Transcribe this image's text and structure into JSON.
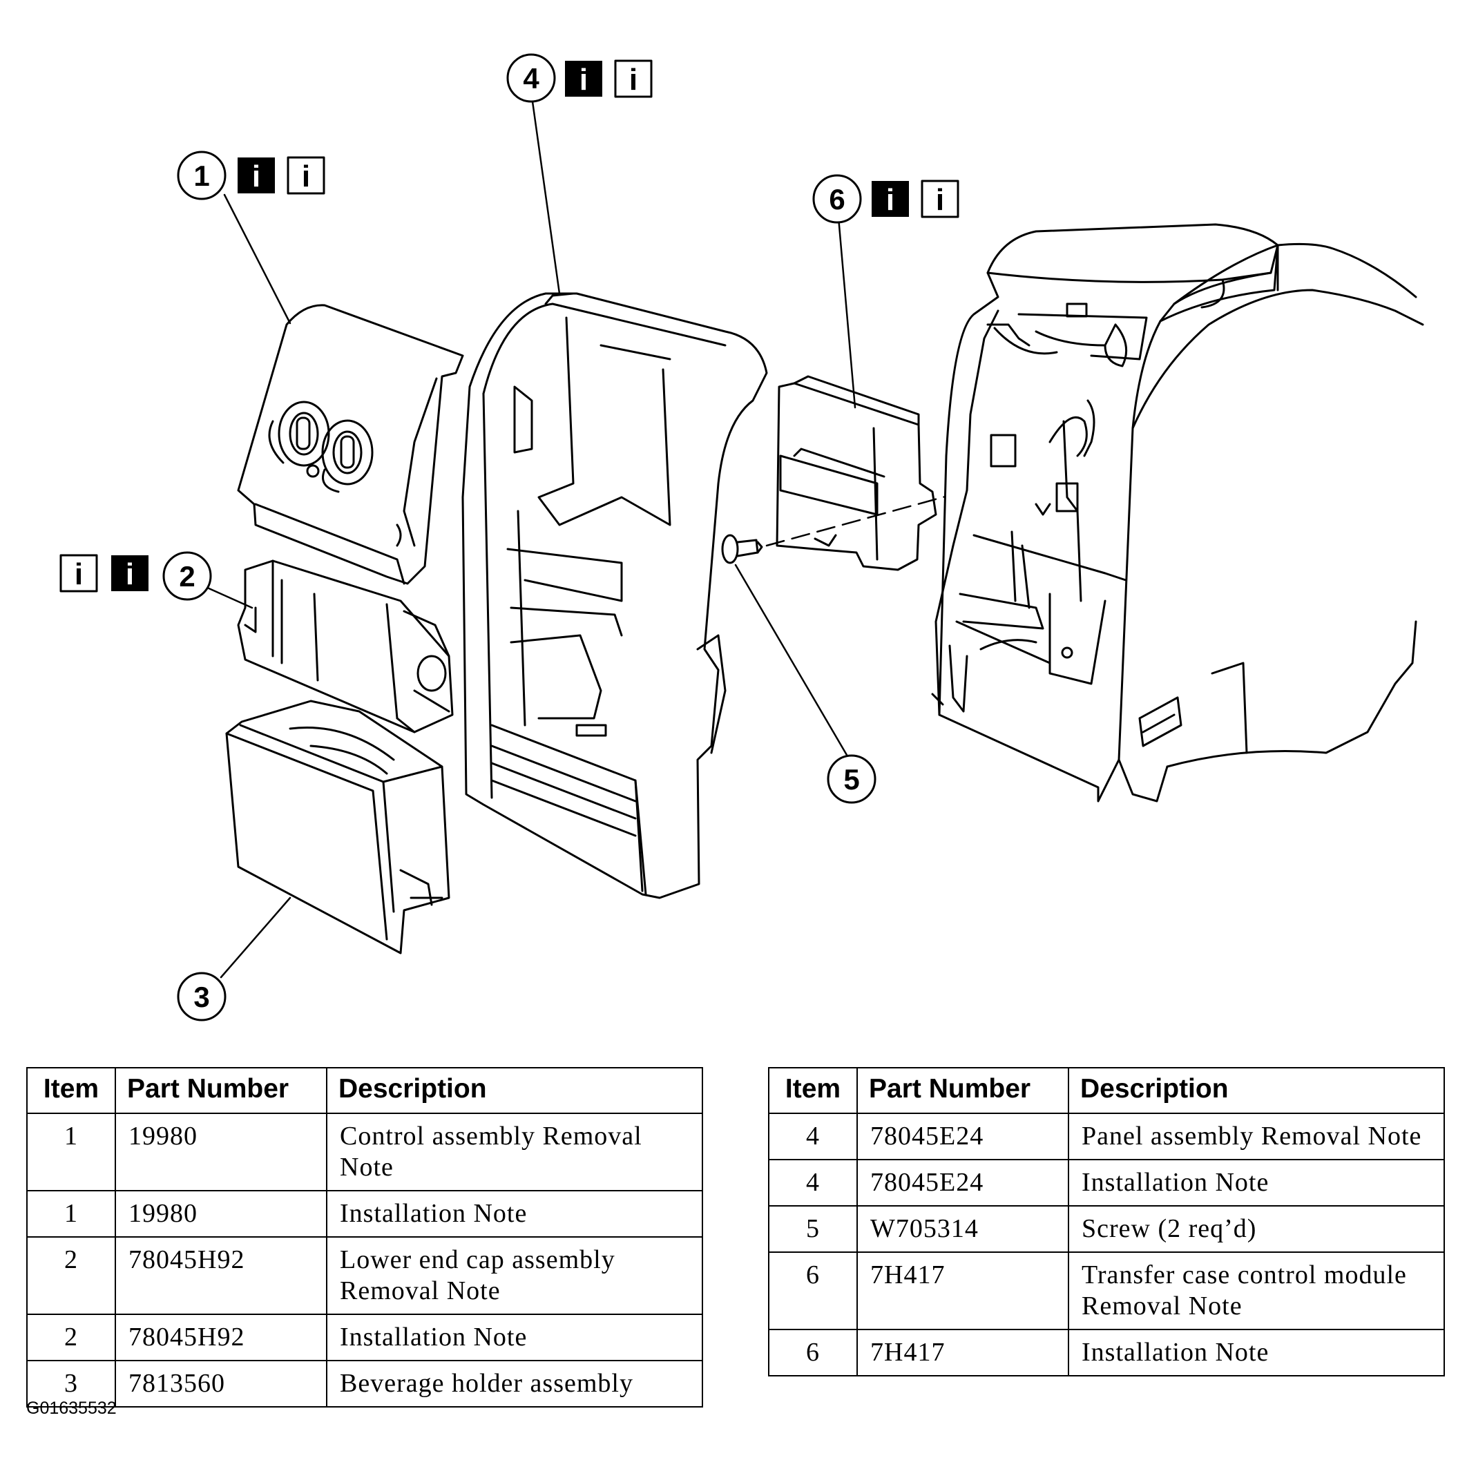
{
  "callouts": [
    {
      "num": "1"
    },
    {
      "num": "2"
    },
    {
      "num": "3"
    },
    {
      "num": "4"
    },
    {
      "num": "5"
    },
    {
      "num": "6"
    }
  ],
  "info_icon_glyph": "i",
  "tables": {
    "headers": {
      "item": "Item",
      "part_number": "Part Number",
      "description": "Description"
    },
    "left": [
      {
        "item": "1",
        "part": "19980",
        "desc": "Control assembly Removal Note"
      },
      {
        "item": "1",
        "part": "19980",
        "desc": "Installation Note"
      },
      {
        "item": "2",
        "part": "78045H92",
        "desc": "Lower end cap assembly Removal Note"
      },
      {
        "item": "2",
        "part": "78045H92",
        "desc": "Installation Note"
      },
      {
        "item": "3",
        "part": "7813560",
        "desc": "Beverage holder assembly"
      }
    ],
    "right": [
      {
        "item": "4",
        "part": "78045E24",
        "desc": "Panel assembly Removal Note"
      },
      {
        "item": "4",
        "part": "78045E24",
        "desc": "Installation Note"
      },
      {
        "item": "5",
        "part": "W705314",
        "desc": "Screw (2 req’d)"
      },
      {
        "item": "6",
        "part": "7H417",
        "desc": "Transfer case control module Removal Note"
      },
      {
        "item": "6",
        "part": "7H417",
        "desc": "Installation Note"
      }
    ]
  },
  "figure_code": "G01635532"
}
